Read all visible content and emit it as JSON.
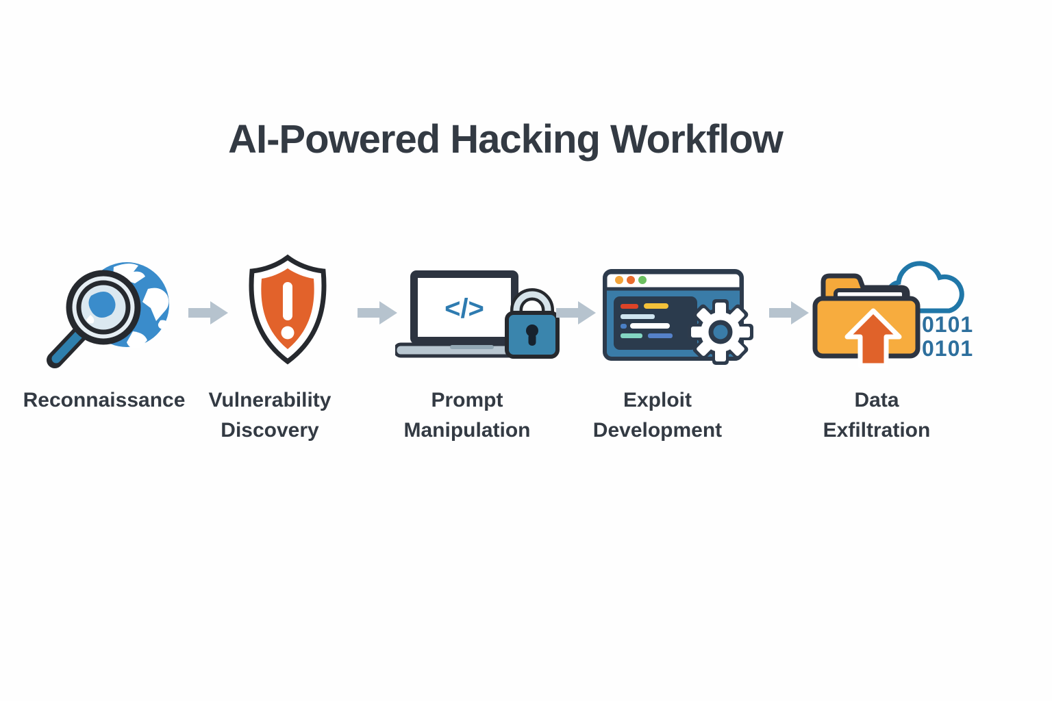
{
  "title": "AI-Powered Hacking Workflow",
  "steps": [
    {
      "id": "reconnaissance",
      "label_line1": "Reconnaissance",
      "label_line2": "",
      "icon": "globe-magnifier-icon"
    },
    {
      "id": "vulnerability-discovery",
      "label_line1": "Vulnerability",
      "label_line2": "Discovery",
      "icon": "alert-shield-icon"
    },
    {
      "id": "prompt-manipulation",
      "label_line1": "Prompt",
      "label_line2": "Manipulation",
      "icon": "laptop-code-lock-icon"
    },
    {
      "id": "exploit-development",
      "label_line1": "Exploit",
      "label_line2": "Development",
      "icon": "browser-code-gear-icon"
    },
    {
      "id": "data-exfiltration",
      "label_line1": "Data",
      "label_line2": "Exfiltration",
      "icon": "folder-upload-cloud-icon"
    }
  ],
  "laptop": {
    "code_glyph": "</>"
  },
  "binary": {
    "line1": "0101",
    "line2": "0101"
  },
  "colors": {
    "text_dark": "#333a43",
    "flow_arrow_gray": "#b6c3ce",
    "globe_blue": "#3a8ccb",
    "outline_dark": "#26292e",
    "shield_orange": "#e2622b",
    "lock_blue": "#3a85ad",
    "code_blue": "#2e7bb0",
    "browser_body_blue": "#3a7ca8",
    "browser_outline": "#2d3b4c",
    "panel_navy": "#2b3b4d",
    "folder_yellow": "#f7ac3e",
    "upload_arrow_orange": "#e0622a",
    "binary_blue": "#2d6f9d",
    "cloud_stroke_blue": "#2077a8"
  }
}
